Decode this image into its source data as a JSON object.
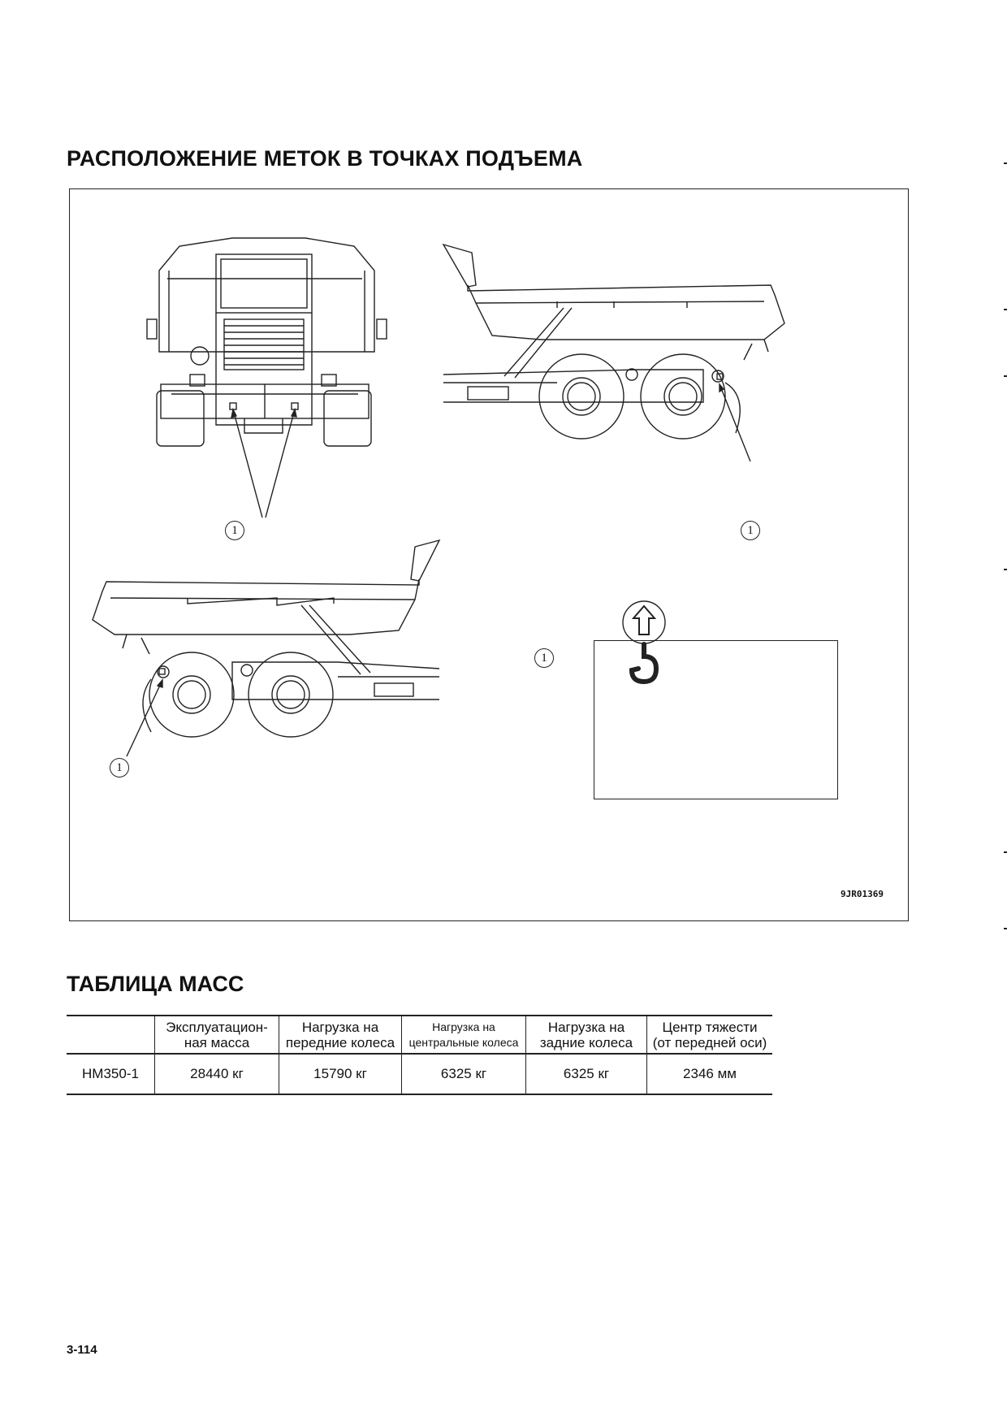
{
  "section1": {
    "title": "РАСПОЛОЖЕНИЕ МЕТОК В ТОЧКАХ ПОДЪЕМА"
  },
  "figure": {
    "code": "9JR01369",
    "callout": "1",
    "legend_label": "1",
    "legend_icons": [
      "up-arrow-icon",
      "lifting-hook-icon"
    ]
  },
  "section2": {
    "title": "ТАБЛИЦА МАСС"
  },
  "table": {
    "headers": [
      {
        "line1": "",
        "line2": ""
      },
      {
        "line1": "Эксплуатацион-",
        "line2": "ная масса"
      },
      {
        "line1": "Нагрузка на",
        "line2": "передние колеса"
      },
      {
        "line1": "Нагрузка на",
        "line2": "центральные колеса"
      },
      {
        "line1": "Нагрузка на",
        "line2": "задние колеса"
      },
      {
        "line1": "Центр тяжести",
        "line2": "(от передней оси)"
      }
    ],
    "row": [
      "HM350-1",
      "28440 кг",
      "15790 кг",
      "6325 кг",
      "6325 кг",
      "2346 мм"
    ]
  },
  "page_number": "3-114"
}
